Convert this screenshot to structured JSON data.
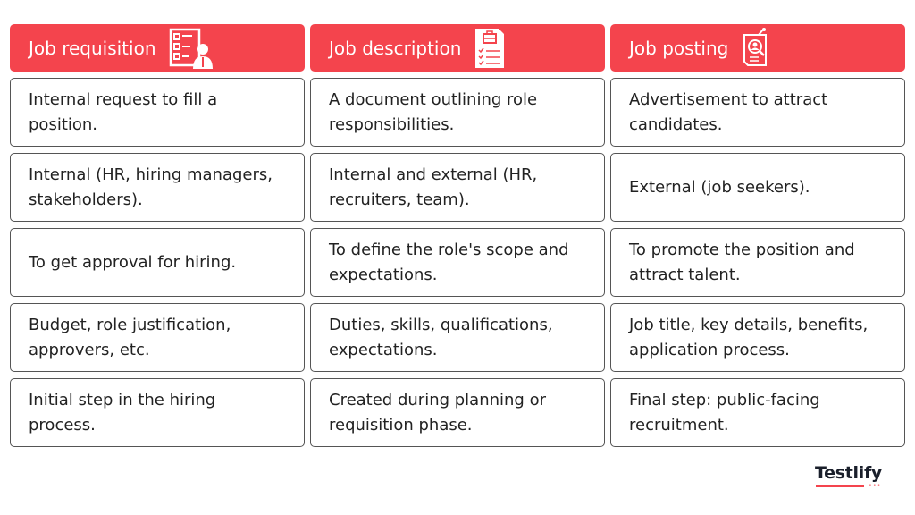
{
  "columns": [
    {
      "title": "Job requisition",
      "icon": "checklist-person-icon",
      "cells": [
        "Internal request to fill a position.",
        "Internal (HR, hiring managers, stakeholders).",
        "To get approval for hiring.",
        "Budget, role justification, approvers, etc.",
        "Initial step in the hiring process."
      ]
    },
    {
      "title": "Job description",
      "icon": "document-briefcase-icon",
      "cells": [
        "A document outlining role responsibilities.",
        "Internal and external (HR, recruiters, team).",
        "To define the role's scope and expectations.",
        "Duties, skills, qualifications, expectations.",
        "Created during planning or requisition phase."
      ]
    },
    {
      "title": "Job posting",
      "icon": "posting-search-icon",
      "cells": [
        "Advertisement to attract candidates.",
        "External (job seekers).",
        "To promote the position and attract talent.",
        "Job title, key details, benefits, application process.",
        "Final step: public-facing recruitment."
      ]
    }
  ],
  "brand": {
    "name": "Testlify",
    "accent": "#f4444d",
    "text_color": "#1a1f2b"
  }
}
